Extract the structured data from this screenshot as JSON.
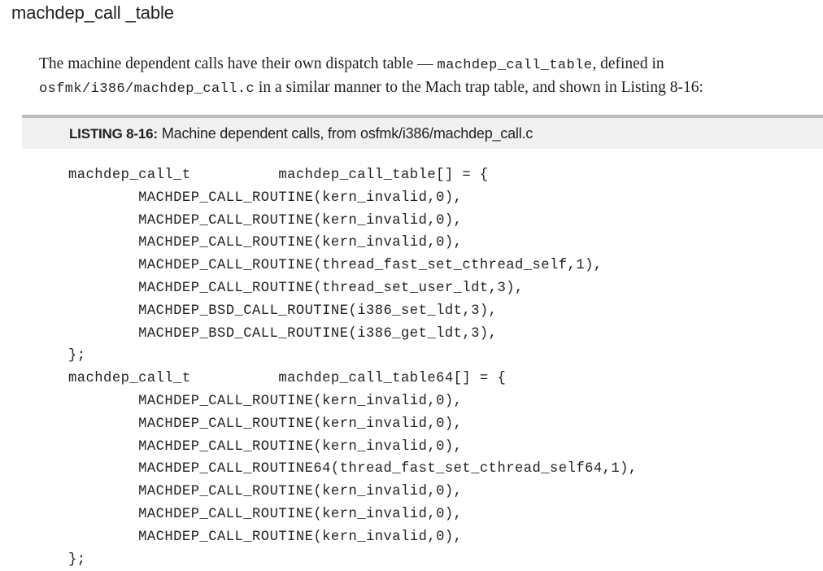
{
  "page": {
    "heading": "machdep_call _table",
    "paragraph": {
      "part1": "The machine dependent calls have their own dispatch table — ",
      "code1": "machdep_call_table",
      "part2": ", defined in ",
      "code2": "osfmk/i386/machdep_call.c",
      "part3": " in a similar manner to the Mach trap table, and shown in Listing 8-16:"
    }
  },
  "listing": {
    "label": "LISTING 8-16:",
    "title": "Machine dependent calls, from osfmk/i386/machdep_call.c",
    "bar_color": "#f1f1f1",
    "bar_border_color": "#bcbdc0",
    "code_lines": [
      "machdep_call_t          machdep_call_table[] = {",
      "        MACHDEP_CALL_ROUTINE(kern_invalid,0),",
      "        MACHDEP_CALL_ROUTINE(kern_invalid,0),",
      "        MACHDEP_CALL_ROUTINE(kern_invalid,0),",
      "        MACHDEP_CALL_ROUTINE(thread_fast_set_cthread_self,1),",
      "        MACHDEP_CALL_ROUTINE(thread_set_user_ldt,3),",
      "        MACHDEP_BSD_CALL_ROUTINE(i386_set_ldt,3),",
      "        MACHDEP_BSD_CALL_ROUTINE(i386_get_ldt,3),",
      "};",
      "machdep_call_t          machdep_call_table64[] = {",
      "        MACHDEP_CALL_ROUTINE(kern_invalid,0),",
      "        MACHDEP_CALL_ROUTINE(kern_invalid,0),",
      "        MACHDEP_CALL_ROUTINE(kern_invalid,0),",
      "        MACHDEP_CALL_ROUTINE64(thread_fast_set_cthread_self64,1),",
      "        MACHDEP_CALL_ROUTINE(kern_invalid,0),",
      "        MACHDEP_CALL_ROUTINE(kern_invalid,0),",
      "        MACHDEP_CALL_ROUTINE(kern_invalid,0),",
      "};"
    ]
  }
}
